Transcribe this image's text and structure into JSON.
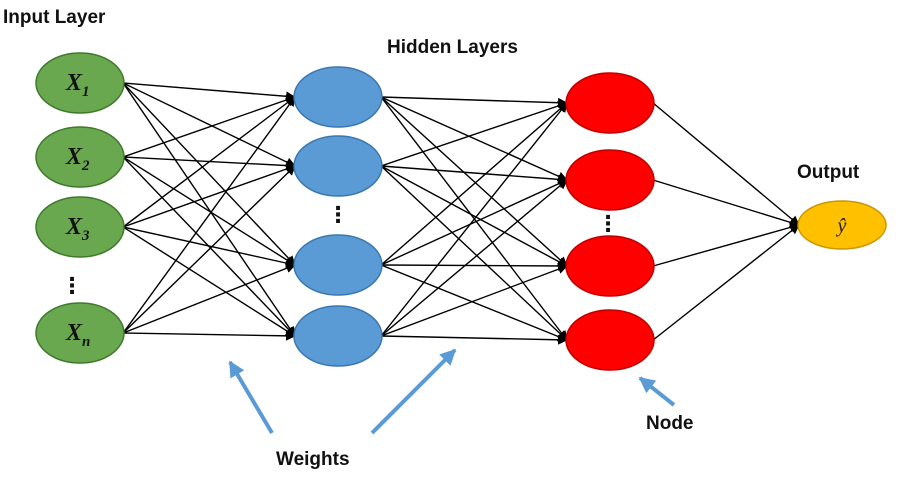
{
  "labels": {
    "input_layer": "Input Layer",
    "hidden_layers": "Hidden Layers",
    "output": "Output",
    "node": "Node",
    "weights": "Weights"
  },
  "inputs": [
    {
      "base": "X",
      "sub": "1"
    },
    {
      "base": "X",
      "sub": "2"
    },
    {
      "base": "X",
      "sub": "3"
    },
    {
      "base": "X",
      "sub": "n"
    }
  ],
  "ellipsis": "⋮",
  "output_symbol": "ŷ",
  "structure": {
    "input_node_count": 4,
    "hidden_layer_1_node_count": 4,
    "hidden_layer_2_node_count": 4,
    "output_node_count": 1,
    "connectivity": "fully-connected"
  },
  "colors": {
    "input": "#6aa84f",
    "input_stroke": "#3f7a2c",
    "hidden1": "#5b9bd5",
    "hidden1_stroke": "#3a77b0",
    "hidden2": "#ff0000",
    "hidden2_stroke": "#c00000",
    "output": "#ffc000",
    "output_stroke": "#c99700",
    "edge": "#000000",
    "annotation_arrow": "#5b9bd5"
  }
}
